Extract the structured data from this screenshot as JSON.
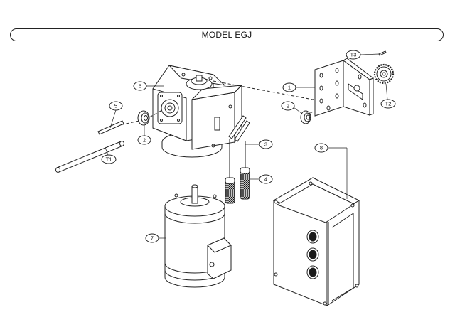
{
  "title": "MODEL EGJ",
  "callouts": {
    "c1": "1",
    "c2a": "2",
    "c2b": "2",
    "c3": "3",
    "c4": "4",
    "c5": "5",
    "c6": "6",
    "c7": "7",
    "c8": "8",
    "t1": "T1",
    "t2": "T2",
    "t3": "T3"
  },
  "colors": {
    "line": "#222222",
    "fill": "#ffffff",
    "dark": "#1a1a1a",
    "shade": "#cfcfcf"
  }
}
